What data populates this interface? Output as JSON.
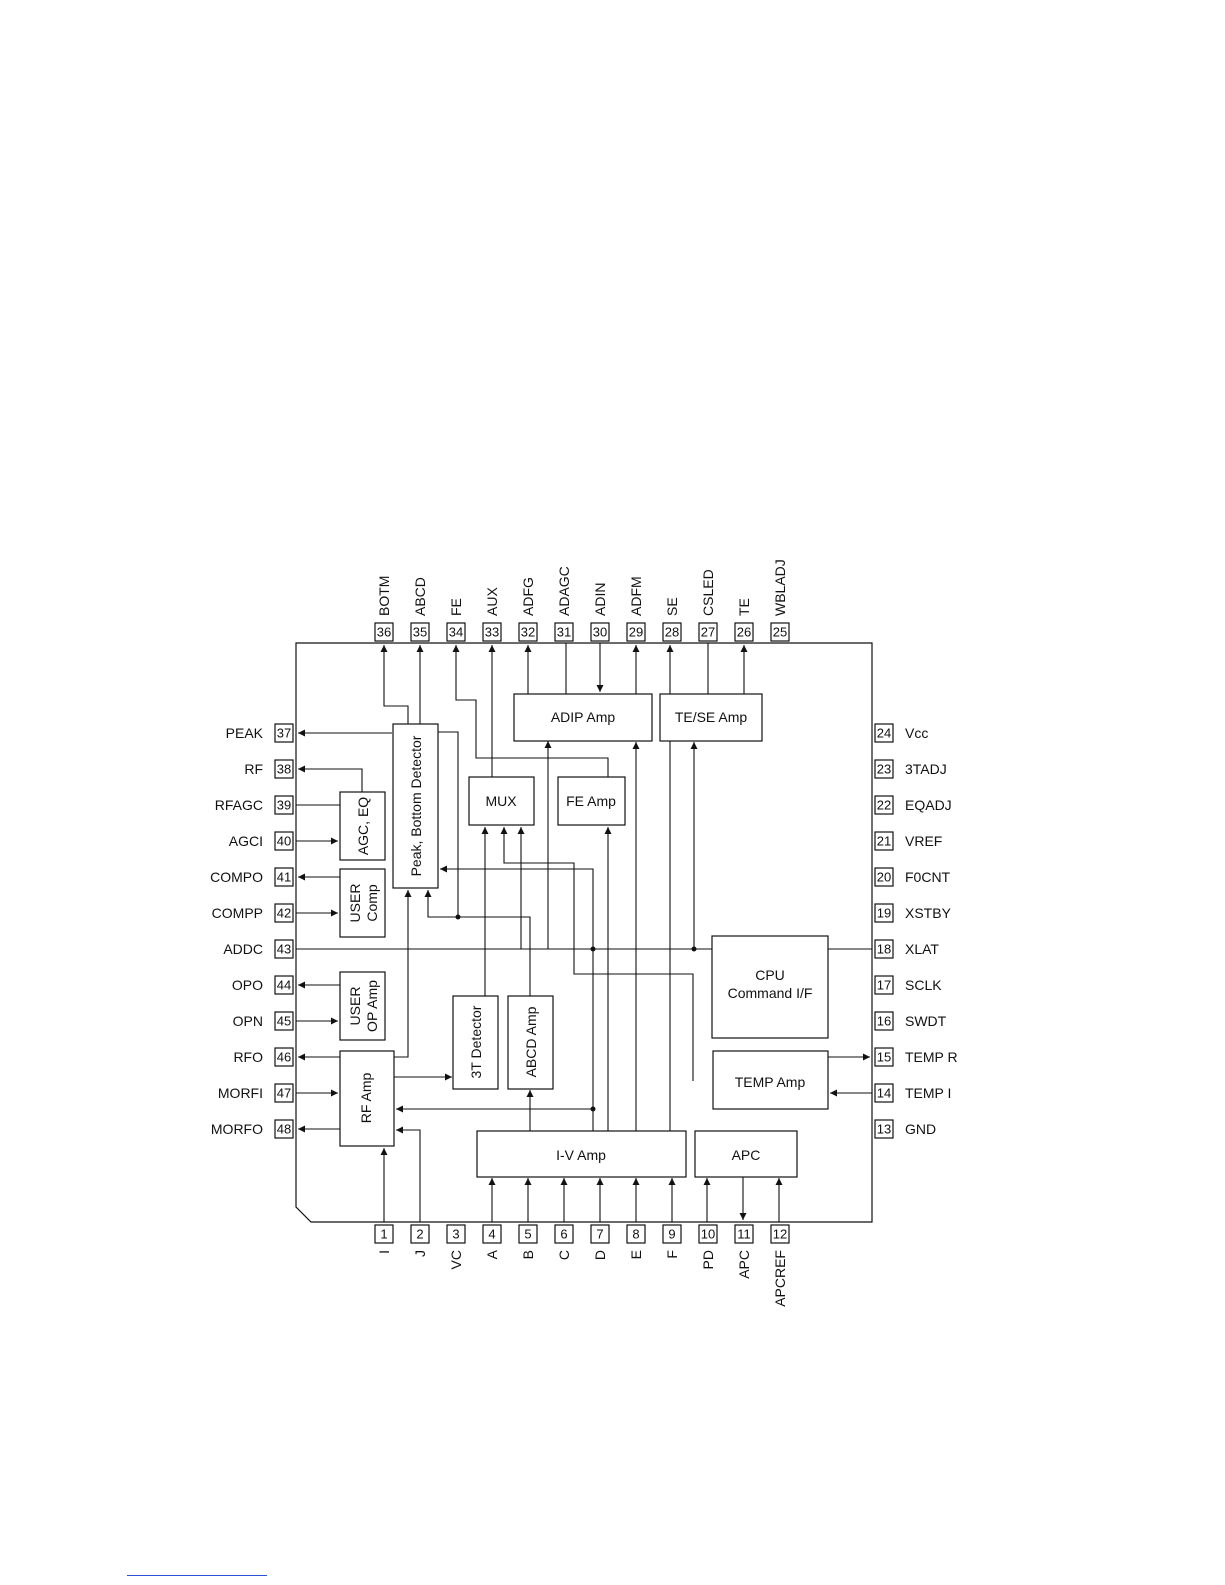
{
  "pins": {
    "bottom": [
      {
        "num": "1",
        "label": "I"
      },
      {
        "num": "2",
        "label": "J"
      },
      {
        "num": "3",
        "label": "VC"
      },
      {
        "num": "4",
        "label": "A"
      },
      {
        "num": "5",
        "label": "B"
      },
      {
        "num": "6",
        "label": "C"
      },
      {
        "num": "7",
        "label": "D"
      },
      {
        "num": "8",
        "label": "E"
      },
      {
        "num": "9",
        "label": "F"
      },
      {
        "num": "10",
        "label": "PD"
      },
      {
        "num": "11",
        "label": "APC"
      },
      {
        "num": "12",
        "label": "APCREF"
      }
    ],
    "right": [
      {
        "num": "13",
        "label": "GND"
      },
      {
        "num": "14",
        "label": "TEMP I"
      },
      {
        "num": "15",
        "label": "TEMP R"
      },
      {
        "num": "16",
        "label": "SWDT"
      },
      {
        "num": "17",
        "label": "SCLK"
      },
      {
        "num": "18",
        "label": "XLAT"
      },
      {
        "num": "19",
        "label": "XSTBY"
      },
      {
        "num": "20",
        "label": "F0CNT"
      },
      {
        "num": "21",
        "label": "VREF"
      },
      {
        "num": "22",
        "label": "EQADJ"
      },
      {
        "num": "23",
        "label": "3TADJ"
      },
      {
        "num": "24",
        "label": "Vcc"
      }
    ],
    "top": [
      {
        "num": "25",
        "label": "WBLADJ"
      },
      {
        "num": "26",
        "label": "TE"
      },
      {
        "num": "27",
        "label": "CSLED"
      },
      {
        "num": "28",
        "label": "SE"
      },
      {
        "num": "29",
        "label": "ADFM"
      },
      {
        "num": "30",
        "label": "ADIN"
      },
      {
        "num": "31",
        "label": "ADAGC"
      },
      {
        "num": "32",
        "label": "ADFG"
      },
      {
        "num": "33",
        "label": "AUX"
      },
      {
        "num": "34",
        "label": "FE"
      },
      {
        "num": "35",
        "label": "ABCD"
      },
      {
        "num": "36",
        "label": "BOTM"
      }
    ],
    "left": [
      {
        "num": "37",
        "label": "PEAK"
      },
      {
        "num": "38",
        "label": "RF"
      },
      {
        "num": "39",
        "label": "RFAGC"
      },
      {
        "num": "40",
        "label": "AGCI"
      },
      {
        "num": "41",
        "label": "COMPO"
      },
      {
        "num": "42",
        "label": "COMPP"
      },
      {
        "num": "43",
        "label": "ADDC"
      },
      {
        "num": "44",
        "label": "OPO"
      },
      {
        "num": "45",
        "label": "OPN"
      },
      {
        "num": "46",
        "label": "RFO"
      },
      {
        "num": "47",
        "label": "MORFI"
      },
      {
        "num": "48",
        "label": "MORFO"
      }
    ]
  },
  "blocks": {
    "adip_amp": "ADIP Amp",
    "te_se_amp": "TE/SE Amp",
    "peak_bottom_detector": "Peak, Bottom Detector",
    "mux": "MUX",
    "fe_amp": "FE Amp",
    "agc_eq": "AGC, EQ",
    "user_comp": [
      "USER",
      "Comp"
    ],
    "cpu_command_if": [
      "CPU",
      "Command I/F"
    ],
    "user_op_amp": [
      "USER",
      "OP Amp"
    ],
    "detector_3t": "3T Detector",
    "abcd_amp": "ABCD Amp",
    "temp_amp": "TEMP Amp",
    "rf_amp": "RF Amp",
    "iv_amp": "I-V Amp",
    "apc": "APC"
  }
}
